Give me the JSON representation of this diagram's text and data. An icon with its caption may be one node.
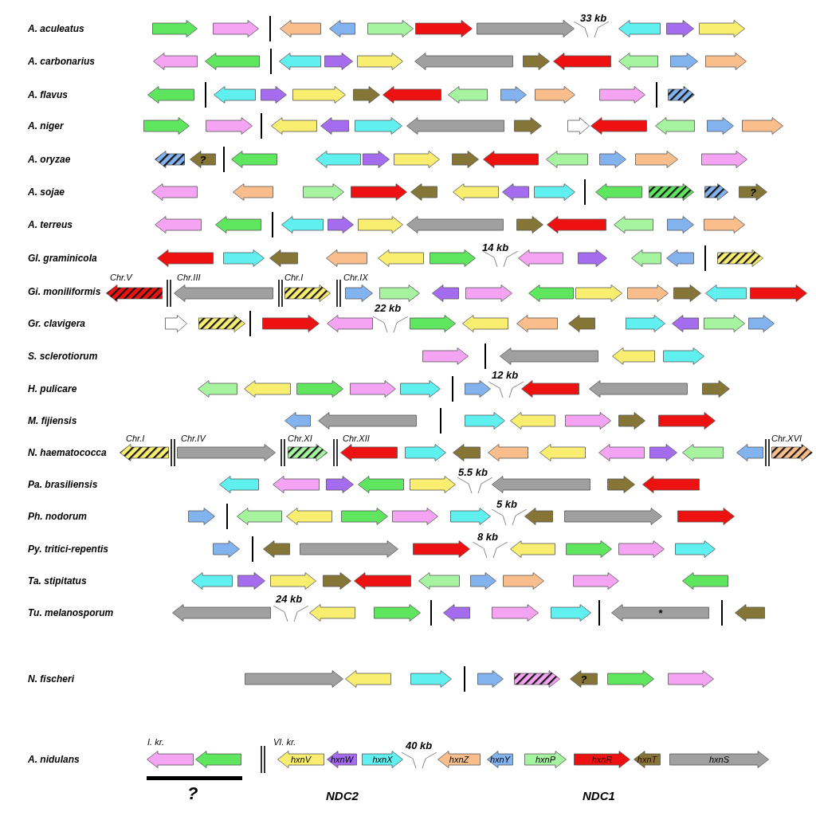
{
  "diagram": {
    "nodes": [
      {
        "text": [],
        "shape": "arrow"
      },
      {
        "text": [],
        "shape": "arrow"
      },
      {
        "text": [],
        "shape": "arrow"
      },
      {
        "text": [],
        "shape": "arrow"
      },
      {
        "text": [],
        "shape": "arrow"
      },
      {
        "text": [],
        "shape": "arrow"
      },
      {
        "text": [],
        "shape": "arrow"
      },
      {
        "text": [],
        "shape": "arrow"
      },
      {
        "text": [],
        "shape": "arrow"
      },
      {
        "text": [],
        "shape": "arrow"
      },
      {
        "text": [],
        "shape": "arrow"
      },
      {
        "text": [],
        "shape": "arrow"
      },
      {
        "text": [],
        "shape": "arrow"
      },
      {
        "text": [],
        "shape": "arrow"
      },
      {
        "text": [],
        "shape": "arrow"
      },
      {
        "text": [],
        "shape": "arrow"
      },
      {
        "text": [],
        "shape": "arrow"
      },
      {
        "text": [],
        "shape": "arrow"
      },
      {
        "text": [],
        "shape": "arrow"
      },
      {
        "text": [],
        "shape": "arrow"
      },
      {
        "text": [],
        "shape": "arrow"
      },
      {
        "text": [],
        "shape": "arrow"
      },
      {
        "text": [],
        "shape": "arrow"
      },
      {
        "text": [],
        "shape": "arrow"
      },
      {
        "text": [],
        "shape": "arrow"
      },
      {
        "text": [],
        "shape": "arrow"
      },
      {
        "text": [],
        "shape": "arrow"
      },
      {
        "text": [],
        "shape": "arrow"
      },
      {
        "text": [],
        "shape": "arrow"
      },
      {
        "text": [],
        "shape": "arrow"
      },
      {
        "text": [],
        "shape": "arrow"
      },
      {
        "text": [],
        "shape": "arrow"
      },
      {
        "text": [],
        "shape": "arrow"
      },
      {
        "text": [],
        "shape": "arrow"
      },
      {
        "text": [],
        "shape": "arrow"
      },
      {
        "text": [],
        "shape": "arrow"
      },
      {
        "text": [],
        "shape": "arrow"
      },
      {
        "text": [],
        "shape": "arrow"
      },
      {
        "text": [],
        "shape": "arrow"
      },
      {
        "text": [],
        "shape": "arrow"
      },
      {
        "text": [],
        "shape": "arrow"
      },
      {
        "text": [],
        "shape": "arrow"
      },
      {
        "text": [],
        "shape": "arrow"
      },
      {
        "text": [],
        "shape": "arrow"
      },
      {
        "text": [],
        "shape": "arrow"
      },
      {
        "text": [
          "?"
        ]
      },
      {
        "text": [],
        "shape": "arrow"
      },
      {
        "text": [],
        "shape": "arrow"
      },
      {
        "text": [],
        "shape": "arrow"
      },
      {
        "text": [],
        "shape": "arrow"
      },
      {
        "text": [],
        "shape": "arrow"
      },
      {
        "text": [],
        "shape": "arrow"
      },
      {
        "text": [],
        "shape": "arrow"
      },
      {
        "text": [],
        "shape": "arrow"
      },
      {
        "text": [],
        "shape": "arrow"
      },
      {
        "text": [],
        "shape": "arrow"
      },
      {
        "text": [],
        "shape": "arrow"
      },
      {
        "text": [],
        "shape": "arrow"
      },
      {
        "text": [],
        "shape": "arrow"
      },
      {
        "text": [],
        "shape": "arrow"
      },
      {
        "text": [],
        "shape": "arrow"
      },
      {
        "text": [],
        "shape": "arrow"
      },
      {
        "text": [],
        "shape": "arrow"
      },
      {
        "text": [],
        "shape": "arrow"
      },
      {
        "text": [],
        "shape": "arrow"
      },
      {
        "text": [],
        "shape": "arrow"
      },
      {
        "text": [],
        "shape": "arrow"
      },
      {
        "text": [
          "?"
        ]
      },
      {
        "text": [],
        "shape": "arrow"
      },
      {
        "text": [],
        "shape": "arrow"
      },
      {
        "text": [],
        "shape": "arrow"
      },
      {
        "text": [],
        "shape": "arrow"
      },
      {
        "text": [],
        "shape": "arrow"
      },
      {
        "text": [],
        "shape": "arrow"
      },
      {
        "text": [],
        "shape": "arrow"
      },
      {
        "text": [],
        "shape": "arrow"
      },
      {
        "text": [],
        "shape": "arrow"
      },
      {
        "text": [],
        "shape": "arrow"
      },
      {
        "text": [],
        "shape": "arrow"
      },
      {
        "text": [],
        "shape": "arrow"
      },
      {
        "text": [],
        "shape": "arrow"
      },
      {
        "text": [],
        "shape": "arrow"
      },
      {
        "text": [],
        "shape": "arrow"
      },
      {
        "text": [],
        "shape": "arrow"
      },
      {
        "text": [],
        "shape": "arrow"
      },
      {
        "text": [],
        "shape": "arrow"
      },
      {
        "text": [],
        "shape": "arrow"
      },
      {
        "text": [],
        "shape": "arrow"
      },
      {
        "text": [],
        "shape": "arrow"
      },
      {
        "text": [],
        "shape": "arrow"
      },
      {
        "text": [],
        "shape": "arrow"
      },
      {
        "text": [],
        "shape": "arrow"
      },
      {
        "text": [],
        "shape": "arrow"
      },
      {
        "text": [],
        "shape": "arrow"
      },
      {
        "text": [],
        "shape": "arrow"
      },
      {
        "text": [],
        "shape": "arrow"
      },
      {
        "text": [],
        "shape": "arrow"
      },
      {
        "text": [],
        "shape": "arrow"
      },
      {
        "text": [],
        "shape": "arrow"
      },
      {
        "text": [],
        "shape": "arrow"
      },
      {
        "text": [],
        "shape": "arrow"
      },
      {
        "text": [],
        "shape": "arrow"
      },
      {
        "text": [],
        "shape": "arrow"
      },
      {
        "text": [],
        "shape": "arrow"
      },
      {
        "text": [],
        "shape": "arrow"
      },
      {
        "text": [],
        "shape": "arrow"
      },
      {
        "text": [],
        "shape": "arrow"
      },
      {
        "text": [],
        "shape": "arrow"
      },
      {
        "text": [],
        "shape": "arrow"
      },
      {
        "text": [],
        "shape": "arrow"
      },
      {
        "text": [],
        "shape": "arrow"
      },
      {
        "text": [],
        "shape": "arrow"
      },
      {
        "text": [],
        "shape": "arrow"
      },
      {
        "text": [],
        "shape": "arrow"
      },
      {
        "text": [],
        "shape": "arrow"
      },
      {
        "text": [],
        "shape": "arrow"
      },
      {
        "text": [],
        "shape": "arrow"
      },
      {
        "text": [],
        "shape": "arrow"
      },
      {
        "text": [],
        "shape": "arrow"
      },
      {
        "text": [],
        "shape": "arrow"
      },
      {
        "text": [],
        "shape": "arrow"
      },
      {
        "text": [],
        "shape": "arrow"
      },
      {
        "text": [],
        "shape": "arrow"
      },
      {
        "text": [],
        "shape": "arrow"
      },
      {
        "text": [],
        "shape": "arrow"
      },
      {
        "text": [],
        "shape": "arrow"
      },
      {
        "text": [],
        "shape": "arrow"
      },
      {
        "text": [],
        "shape": "arrow"
      },
      {
        "text": [],
        "shape": "arrow"
      },
      {
        "text": [],
        "shape": "arrow"
      },
      {
        "text": [],
        "shape": "arrow"
      },
      {
        "text": [],
        "shape": "arrow"
      },
      {
        "text": [],
        "shape": "arrow"
      },
      {
        "text": [],
        "shape": "arrow"
      },
      {
        "text": [],
        "shape": "arrow"
      },
      {
        "text": [],
        "shape": "arrow"
      },
      {
        "text": [],
        "shape": "arrow"
      },
      {
        "text": [],
        "shape": "arrow"
      },
      {
        "text": [],
        "shape": "arrow"
      },
      {
        "text": [],
        "shape": "arrow"
      },
      {
        "text": [],
        "shape": "arrow"
      },
      {
        "text": [],
        "shape": "arrow"
      },
      {
        "text": [],
        "shape": "arrow"
      },
      {
        "text": [],
        "shape": "arrow"
      },
      {
        "text": [],
        "shape": "arrow"
      },
      {
        "text": [],
        "shape": "arrow"
      },
      {
        "text": [],
        "shape": "arrow"
      },
      {
        "text": [],
        "shape": "arrow"
      },
      {
        "text": [],
        "shape": "arrow"
      },
      {
        "text": [],
        "shape": "arrow"
      },
      {
        "text": [],
        "shape": "arrow"
      },
      {
        "text": [],
        "shape": "arrow"
      },
      {
        "text": [],
        "shape": "arrow"
      },
      {
        "text": [],
        "shape": "arrow"
      },
      {
        "text": [],
        "shape": "arrow"
      },
      {
        "text": [],
        "shape": "arrow"
      },
      {
        "text": [],
        "shape": "arrow"
      },
      {
        "text": [],
        "shape": "arrow"
      },
      {
        "text": [],
        "shape": "arrow"
      },
      {
        "text": [],
        "shape": "arrow"
      },
      {
        "text": [],
        "shape": "arrow"
      },
      {
        "text": [],
        "shape": "arrow"
      },
      {
        "text": [],
        "shape": "arrow"
      },
      {
        "text": [],
        "shape": "arrow"
      },
      {
        "text": [],
        "shape": "arrow"
      },
      {
        "text": [],
        "shape": "arrow"
      },
      {
        "text": [],
        "shape": "arrow"
      },
      {
        "text": [],
        "shape": "arrow"
      },
      {
        "text": [],
        "shape": "arrow"
      },
      {
        "text": [],
        "shape": "arrow"
      },
      {
        "text": [],
        "shape": "arrow"
      },
      {
        "text": [],
        "shape": "arrow"
      },
      {
        "text": [],
        "shape": "arrow"
      },
      {
        "text": [],
        "shape": "arrow"
      },
      {
        "text": [],
        "shape": "arrow"
      },
      {
        "text": [],
        "shape": "arrow"
      },
      {
        "text": [],
        "shape": "arrow"
      },
      {
        "text": [],
        "shape": "arrow"
      },
      {
        "text": [],
        "shape": "arrow"
      },
      {
        "text": [],
        "shape": "arrow"
      },
      {
        "text": [],
        "shape": "arrow"
      },
      {
        "text": [],
        "shape": "arrow"
      },
      {
        "text": [],
        "shape": "arrow"
      },
      {
        "text": [],
        "shape": "arrow"
      },
      {
        "text": [],
        "shape": "arrow"
      },
      {
        "text": [],
        "shape": "arrow"
      },
      {
        "text": [],
        "shape": "arrow"
      },
      {
        "text": [],
        "shape": "arrow"
      },
      {
        "text": [],
        "shape": "arrow"
      },
      {
        "text": [
          "*"
        ]
      },
      {
        "text": [],
        "shape": "arrow"
      },
      {
        "text": [],
        "shape": "arrow"
      },
      {
        "text": [],
        "shape": "arrow"
      },
      {
        "text": [],
        "shape": "arrow"
      },
      {
        "text": [],
        "shape": "arrow"
      },
      {
        "text": [],
        "shape": "arrow"
      },
      {
        "text": [
          "?"
        ]
      },
      {
        "text": [],
        "shape": "arrow"
      },
      {
        "text": [],
        "shape": "arrow"
      },
      {
        "text": [],
        "shape": "arrow"
      },
      {
        "text": [],
        "shape": "arrow"
      },
      {
        "text": [
          "hxnV"
        ]
      },
      {
        "text": [
          "hxnW"
        ]
      },
      {
        "text": [
          "hxnX"
        ]
      },
      {
        "text": [
          "hxnZ"
        ]
      },
      {
        "text": [
          "hxnY"
        ]
      },
      {
        "text": [
          "hxnP"
        ]
      },
      {
        "text": [
          "hxnR"
        ]
      },
      {
        "text": [
          "hxnT"
        ]
      },
      {
        "text": [
          "hxnS"
        ]
      }
    ],
    "labels": [
      "A. aculeatus",
      "33 kb",
      "A. carbonarius",
      "A. flavus",
      "A. niger",
      "A. oryzae",
      "A. sojae",
      "A. terreus",
      "14 kb",
      "Gl. graminicola",
      "Chr.V",
      "Chr.III",
      "Chr.I",
      "Chr.IX",
      "Gi. moniliformis",
      "22 kb",
      "Gr. clavigera",
      "S. sclerotiorum",
      "12 kb",
      "H. pulicare",
      "M. fijiensis",
      "Chr.I",
      "Chr.IV",
      "Chr.XI",
      "Chr.XII",
      "Chr.XVI",
      "N. haematococca",
      "5.5 kb",
      "Pa. brasiliensis",
      "5 kb",
      "Ph. nodorum",
      "8 kb",
      "Py. tritici-repentis",
      "Ta. stipitatus",
      "24 kb",
      "Tu. melanosporum",
      "N. fischeri",
      "I. kr.",
      "VI. kr.",
      "40 kb",
      "A. nidulans",
      "?",
      "NDC2",
      "NDC1"
    ]
  }
}
